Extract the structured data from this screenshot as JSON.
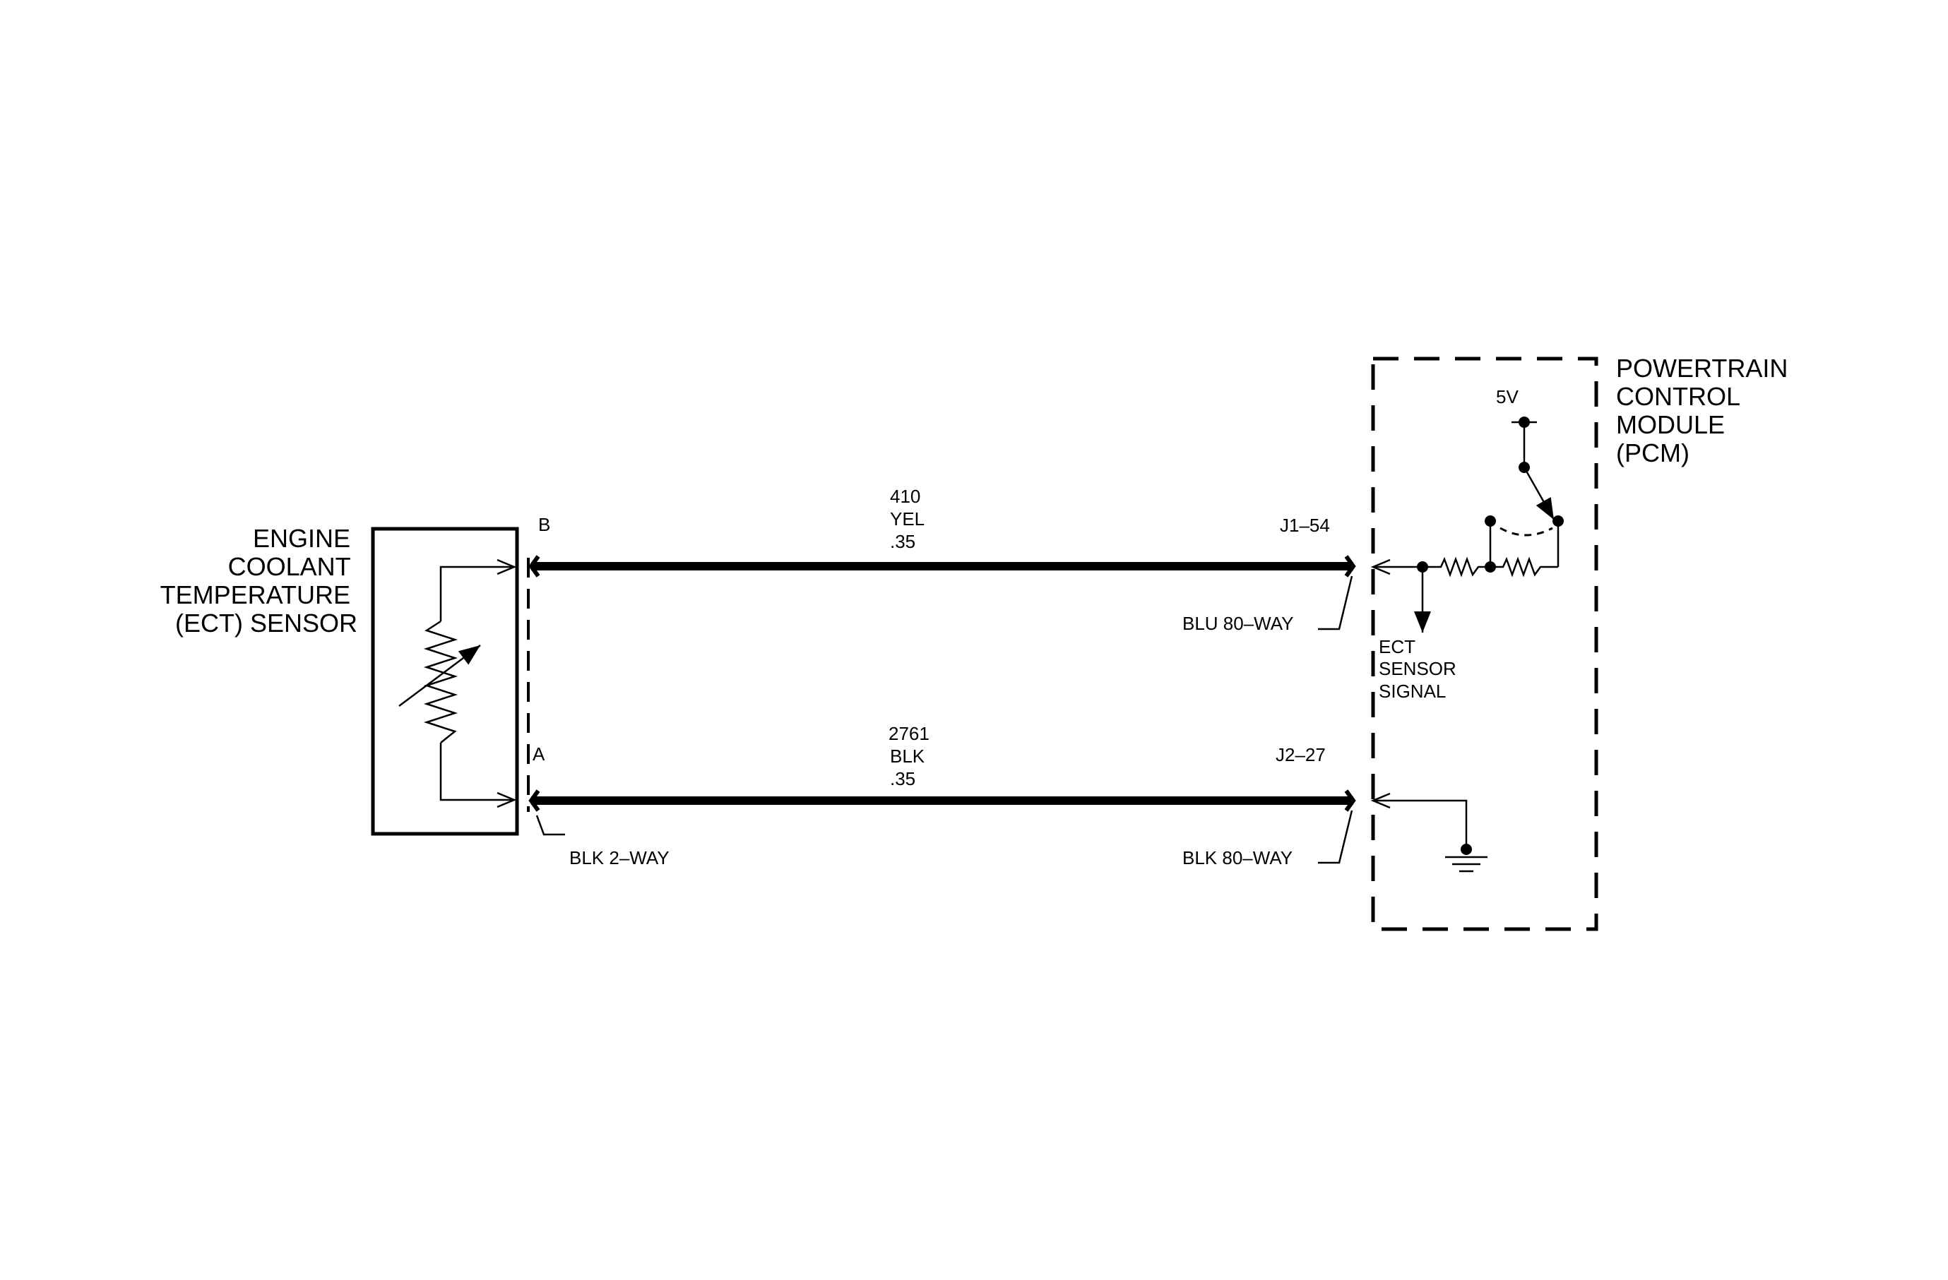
{
  "sensor": {
    "label_lines": [
      "ENGINE",
      "COOLANT",
      "TEMPERATURE",
      "(ECT) SENSOR"
    ],
    "connector_label": "BLK 2–WAY"
  },
  "pcm": {
    "label_lines": [
      "POWERTRAIN",
      "CONTROL",
      "MODULE",
      "(PCM)"
    ],
    "reference_voltage": "5V",
    "signal_label_lines": [
      "ECT",
      "SENSOR",
      "SIGNAL"
    ]
  },
  "circuits": [
    {
      "pin_sensor": "B",
      "circuit_number": "410",
      "wire_color": "YEL",
      "wire_gauge": ".35",
      "pin_pcm": "J1–54",
      "pcm_connector": "BLU 80–WAY"
    },
    {
      "pin_sensor": "A",
      "circuit_number": "2761",
      "wire_color": "BLK",
      "wire_gauge": ".35",
      "pin_pcm": "J2–27",
      "pcm_connector": "BLK 80–WAY"
    }
  ]
}
